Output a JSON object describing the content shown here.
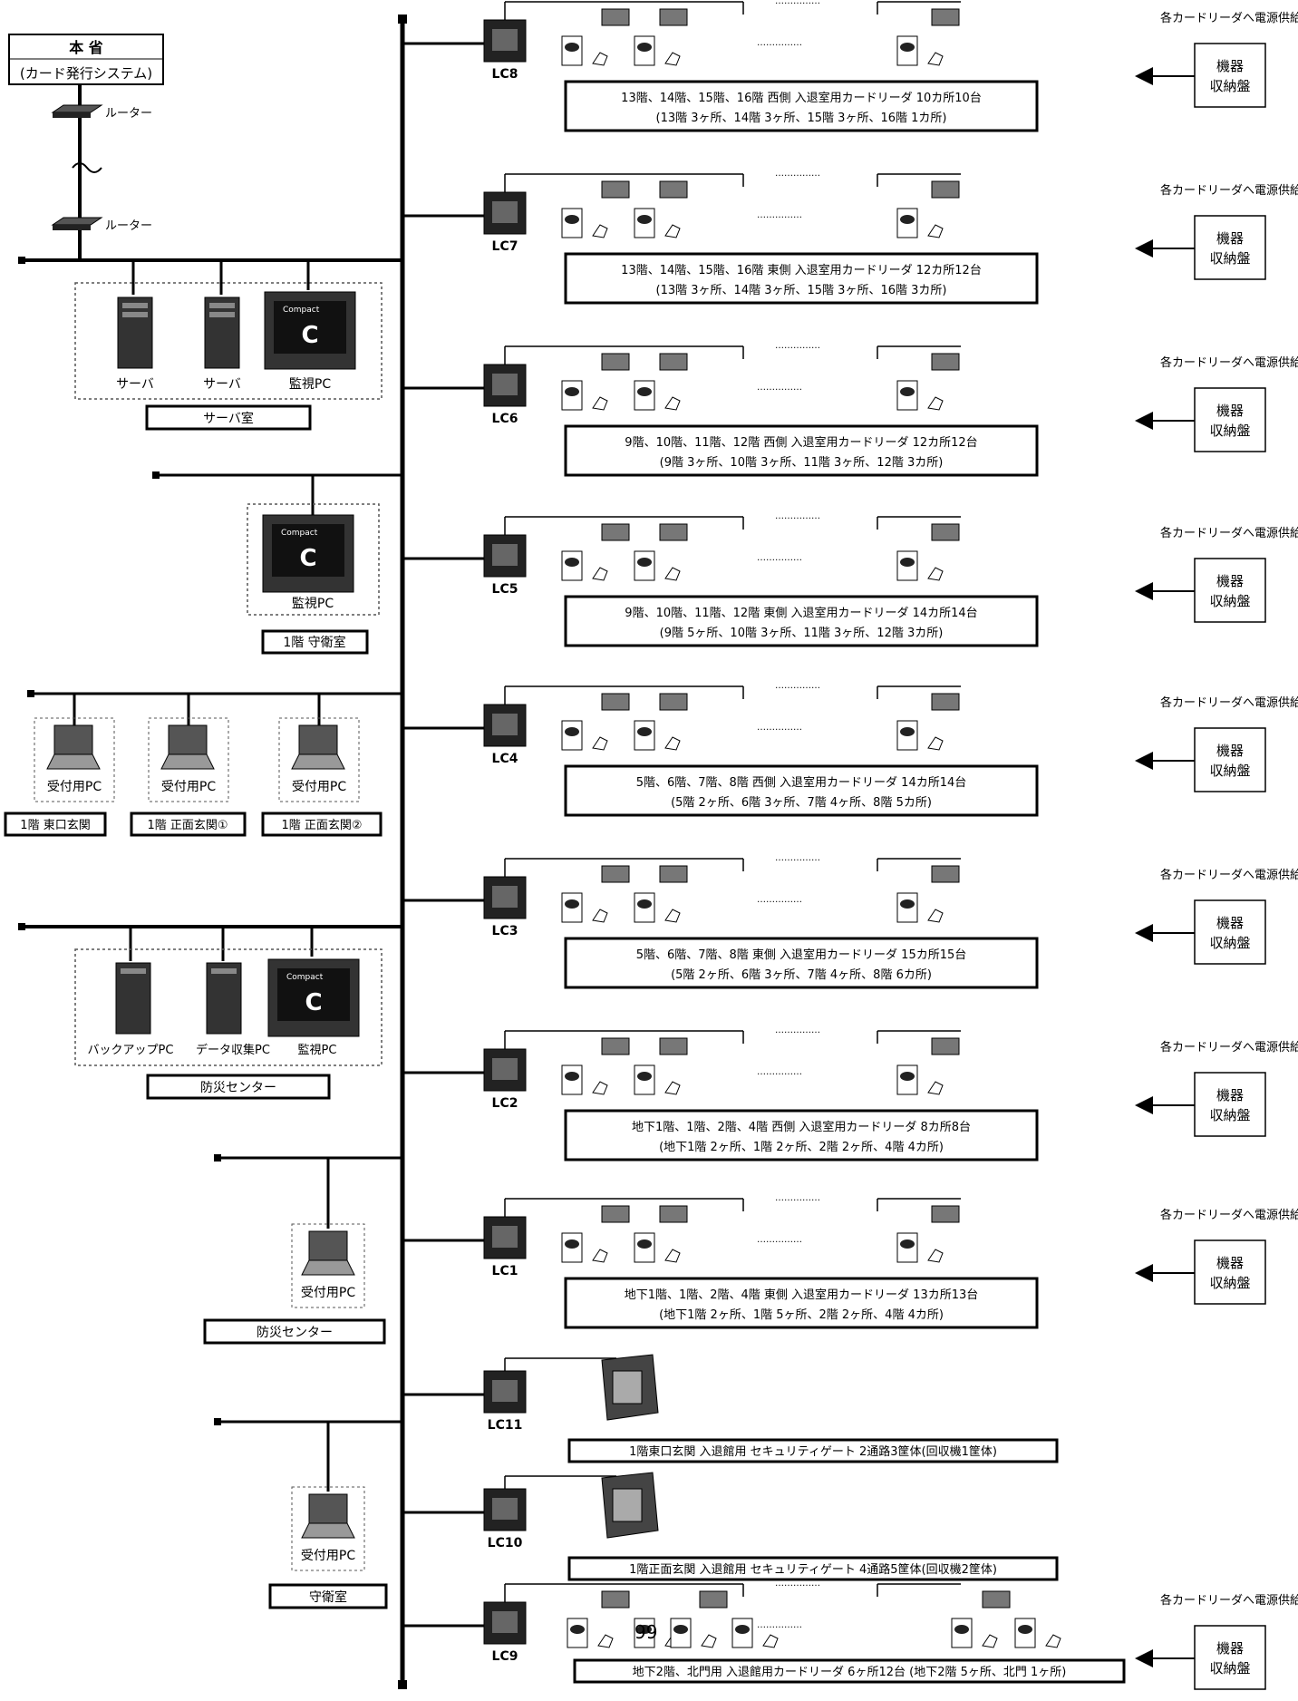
{
  "headquarters": {
    "line1": "本 省",
    "line2": "(カード発行システム)"
  },
  "router_label": "ルーター",
  "rooms": {
    "server_room": "サーバ室",
    "guard_1f": "1階 守衛室",
    "east_entrance": "1階 東口玄関",
    "front_entrance_1": "1階 正面玄関①",
    "front_entrance_2": "1階 正面玄関②",
    "disaster_center_1": "防災センター",
    "disaster_center_2": "防災センター",
    "guard_room": "守衛室"
  },
  "devices": {
    "server": "サーバ",
    "monitor_pc": "監視PC",
    "reception_pc": "受付用PC",
    "backup_pc": "バックアップPC",
    "data_pc": "データ収集PC"
  },
  "monitor_brand": "Compact",
  "monitor_letter": "C",
  "dots": "……………",
  "power_supply": {
    "title": "各カードリーダへ電源供給",
    "line1": "機器",
    "line2": "収納盤"
  },
  "controllers": [
    {
      "id": "LC8",
      "line1": "13階、14階、15階、16階 西側 入退室用カードリーダ 10カ所10台",
      "line2": "(13階 3ヶ所、14階 3ヶ所、15階 3ヶ所、16階 1カ所)"
    },
    {
      "id": "LC7",
      "line1": "13階、14階、15階、16階 東側 入退室用カードリーダ 12カ所12台",
      "line2": "(13階 3ヶ所、14階 3ヶ所、15階 3ヶ所、16階 3カ所)"
    },
    {
      "id": "LC6",
      "line1": "9階、10階、11階、12階 西側 入退室用カードリーダ 12カ所12台",
      "line2": "(9階 3ヶ所、10階 3ヶ所、11階 3ヶ所、12階 3カ所)"
    },
    {
      "id": "LC5",
      "line1": "9階、10階、11階、12階 東側 入退室用カードリーダ 14カ所14台",
      "line2": "(9階 5ヶ所、10階 3ヶ所、11階 3ヶ所、12階 3カ所)"
    },
    {
      "id": "LC4",
      "line1": "5階、6階、7階、8階 西側 入退室用カードリーダ 14カ所14台",
      "line2": "(5階 2ヶ所、6階 3ヶ所、7階 4ヶ所、8階 5カ所)"
    },
    {
      "id": "LC3",
      "line1": "5階、6階、7階、8階 東側 入退室用カードリーダ 15カ所15台",
      "line2": "(5階 2ヶ所、6階 3ヶ所、7階 4ヶ所、8階 6カ所)"
    },
    {
      "id": "LC2",
      "line1": "地下1階、1階、2階、4階 西側 入退室用カードリーダ 8カ所8台",
      "line2": "(地下1階 2ヶ所、1階 2ヶ所、2階 2ヶ所、4階 4カ所)"
    },
    {
      "id": "LC1",
      "line1": "地下1階、1階、2階、4階 東側 入退室用カードリーダ 13カ所13台",
      "line2": "(地下1階 2ヶ所、1階 5ヶ所、2階 2ヶ所、4階 4カ所)"
    },
    {
      "id": "LC11",
      "line1": "1階東口玄関 入退館用 セキュリティゲート 2通路3筐体(回収機1筐体)",
      "line2": ""
    },
    {
      "id": "LC10",
      "line1": "1階正面玄関 入退館用 セキュリティゲート 4通路5筐体(回収機2筐体)",
      "line2": ""
    },
    {
      "id": "LC9",
      "line1": "地下2階、北門用 入退館用カードリーダ 6ヶ所12台 (地下2階 5ヶ所、北門 1ヶ所)",
      "line2": ""
    }
  ],
  "page_number": "99"
}
